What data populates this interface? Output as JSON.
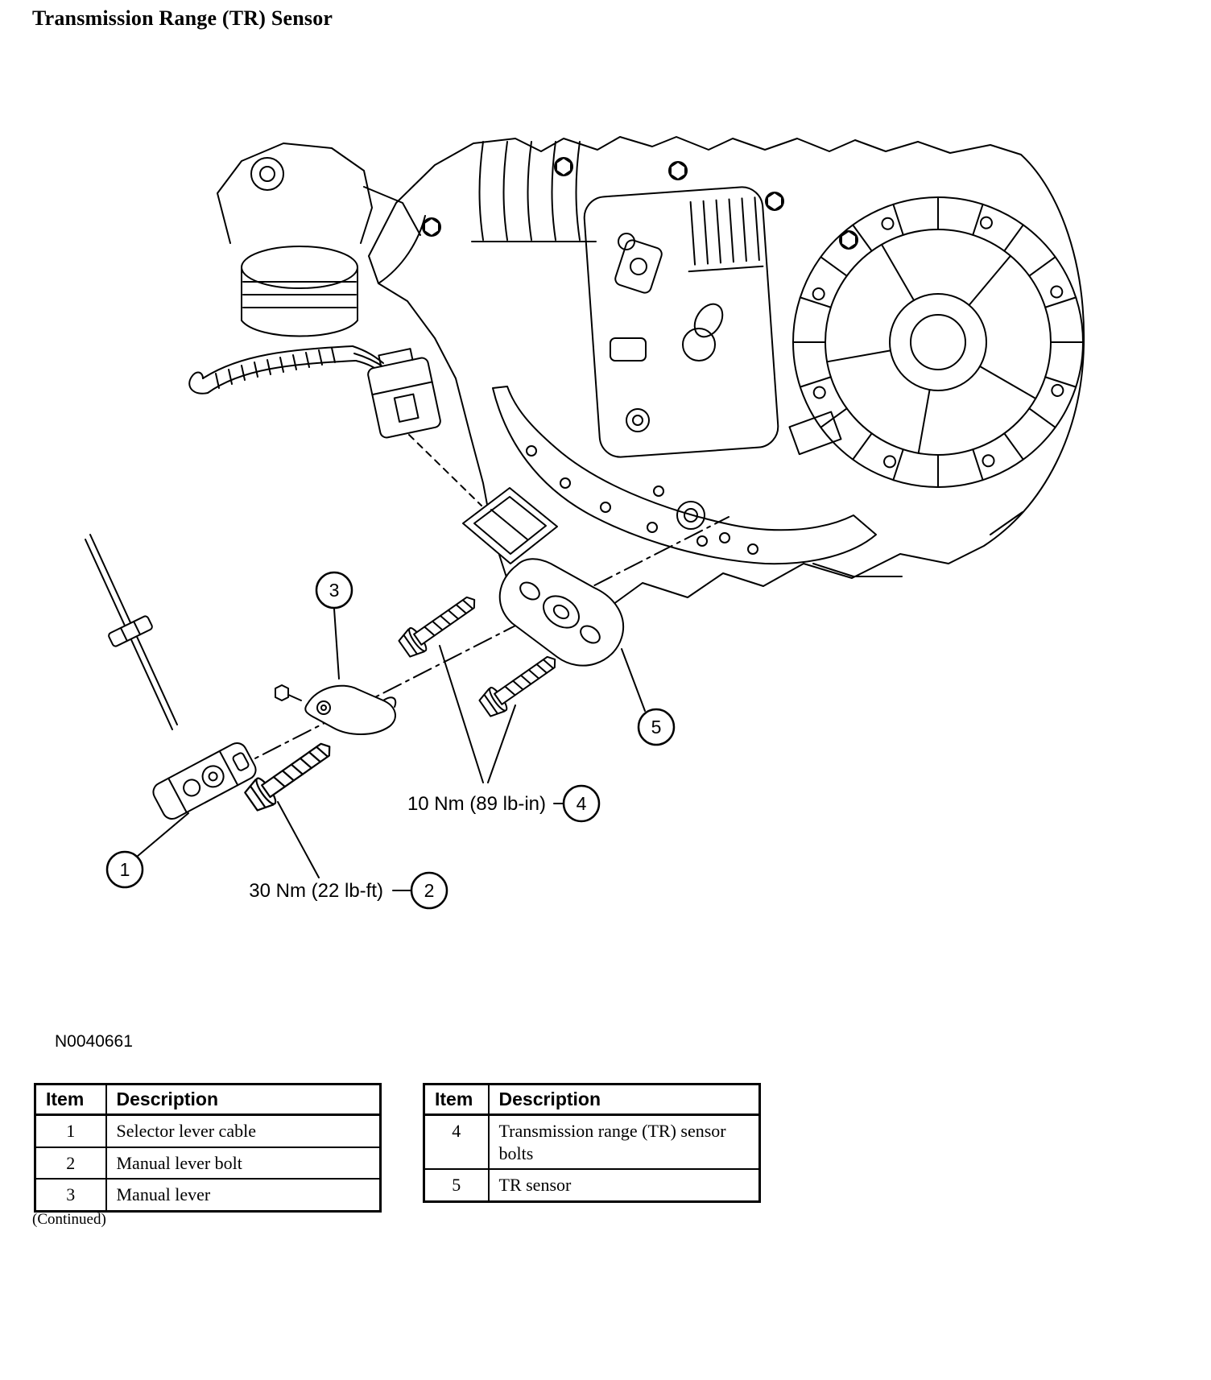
{
  "page": {
    "title": "Transmission Range (TR) Sensor",
    "figure_id": "N0040661",
    "continued_note": "(Continued)"
  },
  "diagram": {
    "torque_labels": {
      "tr_sensor_bolts": "10 Nm (89 lb-in)",
      "manual_lever_bolt": "30 Nm (22 lb-ft)"
    },
    "callouts": [
      "1",
      "2",
      "3",
      "4",
      "5"
    ]
  },
  "tables": [
    {
      "headers": [
        "Item",
        "Description"
      ],
      "rows": [
        {
          "item": "1",
          "description": "Selector lever cable"
        },
        {
          "item": "2",
          "description": "Manual lever bolt"
        },
        {
          "item": "3",
          "description": "Manual lever"
        }
      ]
    },
    {
      "headers": [
        "Item",
        "Description"
      ],
      "rows": [
        {
          "item": "4",
          "description": "Transmission range (TR) sensor bolts"
        },
        {
          "item": "5",
          "description": "TR sensor"
        }
      ]
    }
  ]
}
